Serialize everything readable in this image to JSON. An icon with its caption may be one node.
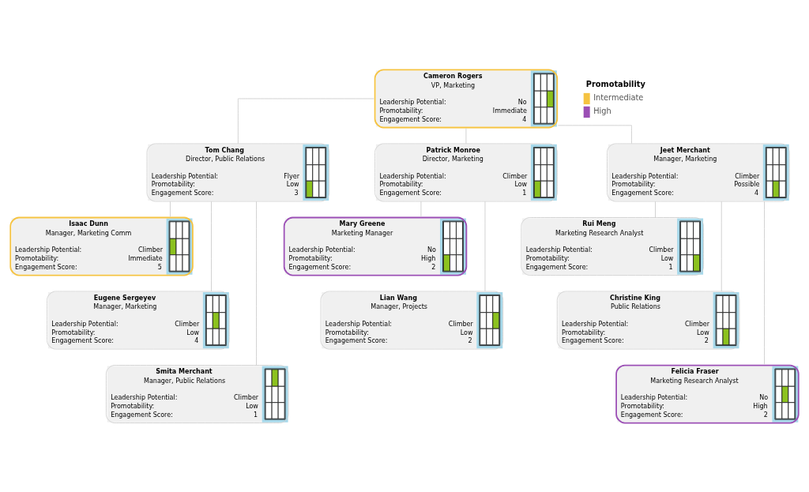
{
  "diagram": {
    "nodes": [
      {
        "text": [
          "Cameron Rogers",
          "VP, Marketing",
          "Leadership Potential:",
          "No",
          "Promotability:",
          "Immediate",
          "Engagement Score:",
          "4"
        ]
      },
      {
        "text": [
          "Tom Chang",
          "Director, Public Relations",
          "Leadership Potential:",
          "Flyer",
          "Promotability:",
          "Low",
          "Engagement Score:",
          "3"
        ]
      },
      {
        "text": [
          "Patrick Monroe",
          "Director, Marketing",
          "Leadership Potential:",
          "Climber",
          "Promotability:",
          "Low",
          "Engagement Score:",
          "1"
        ]
      },
      {
        "text": [
          "Jeet Merchant",
          "Manager, Marketing",
          "Leadership Potential:",
          "Climber",
          "Promotability:",
          "Possible",
          "Engagement Score:",
          "4"
        ]
      },
      {
        "text": [
          "Isaac Dunn",
          "Manager, Marketing Comm",
          "Leadership Potential:",
          "Climber",
          "Promotability:",
          "Immediate",
          "Engagement Score:",
          "5"
        ]
      },
      {
        "text": [
          "Mary Greene",
          "Marketing Manager",
          "Leadership Potential:",
          "No",
          "Promotability:",
          "High",
          "Engagement Score:",
          "2"
        ]
      },
      {
        "text": [
          "Rui Meng",
          "Marketing Research Analyst",
          "Leadership Potential:",
          "Climber",
          "Promotability:",
          "Low",
          "Engagement Score:",
          "1"
        ]
      },
      {
        "text": [
          "Eugene Sergeyev",
          "Manager, Marketing",
          "Leadership Potential:",
          "Climber",
          "Promotability:",
          "Low",
          "Engagement Score:",
          "4"
        ]
      },
      {
        "text": [
          "Lian Wang",
          "Manager, Projects",
          "Leadership Potential:",
          "Climber",
          "Promotability:",
          "Low",
          "Engagement Score:",
          "2"
        ]
      },
      {
        "text": [
          "Christine King",
          "Public Relations",
          "Leadership Potential:",
          "Climber",
          "Promotability:",
          "Low",
          "Engagement Score:",
          "2"
        ]
      },
      {
        "text": [
          "Smita Merchant",
          "Manager, Public Relations",
          "Leadership Potential:",
          "Climber",
          "Promotability:",
          "Low",
          "Engagement Score:",
          "1"
        ]
      },
      {
        "text": [
          "Felicia Fraser",
          "Marketing Research Analyst",
          "Leadership Potential:",
          "No",
          "Promotability:",
          "High",
          "Engagement Score:",
          "2"
        ]
      }
    ],
    "edges": [
      {
        "from": 0,
        "to": 1,
        "arrow": "none"
      },
      {
        "from": 0,
        "to": 2,
        "arrow": "none"
      },
      {
        "from": 0,
        "to": 3,
        "arrow": "none"
      },
      {
        "from": 1,
        "to": 4,
        "arrow": "none"
      },
      {
        "from": 1,
        "to": 7,
        "arrow": "none"
      },
      {
        "from": 1,
        "to": 10,
        "arrow": "none"
      },
      {
        "from": 2,
        "to": 5,
        "arrow": "none"
      },
      {
        "from": 2,
        "to": 8,
        "arrow": "none"
      },
      {
        "from": 3,
        "to": 6,
        "arrow": "none"
      },
      {
        "from": 3,
        "to": 9,
        "arrow": "none"
      },
      {
        "from": 3,
        "to": 11,
        "arrow": "none"
      }
    ],
    "labels": [
      "Promotability"
    ],
    "legend": [
      {
        "text": "Intermediate",
        "color": "#f5c342"
      },
      {
        "text": "High",
        "color": "#9b4fb5"
      }
    ]
  }
}
